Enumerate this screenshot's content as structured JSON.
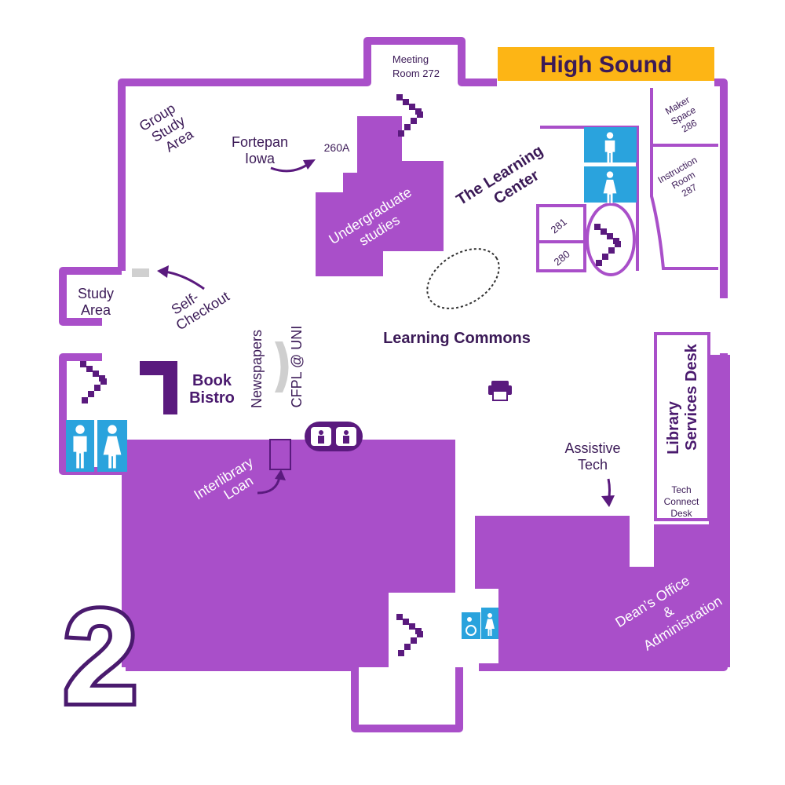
{
  "floor_number": "2",
  "zone": {
    "label": "High Sound",
    "color": "#fdb515"
  },
  "colors": {
    "wall": "#a94fc9",
    "dark": "#5a1a7e",
    "restroom": "#2aa3dd"
  },
  "rooms": {
    "meeting_room": [
      "Meeting",
      "Room 272"
    ],
    "maker_space": [
      "Maker",
      "Space",
      "286"
    ],
    "instruction_room": [
      "Instruction",
      "Room",
      "287"
    ],
    "group_study": [
      "Group",
      "Study",
      "Area"
    ],
    "fortepan": [
      "Fortepan",
      "Iowa"
    ],
    "room_260a": "260A",
    "undergrad": [
      "Undergraduate",
      "studies"
    ],
    "learning_center": [
      "The Learning",
      "Center"
    ],
    "room_281": "281",
    "room_280": "280",
    "study_area": [
      "Study",
      "Area"
    ],
    "self_checkout": [
      "Self-",
      "Checkout"
    ],
    "learning_commons": "Learning Commons",
    "newspapers": "Newspapers",
    "cfpl": "CFPL @ UNI",
    "book_bistro": [
      "Book",
      "Bistro"
    ],
    "library_services": [
      "Library",
      "Services Desk"
    ],
    "tech_connect": [
      "Tech",
      "Connect",
      "Desk"
    ],
    "assistive_tech": [
      "Assistive",
      "Tech"
    ],
    "interlibrary_loan": [
      "Interlibrary",
      "Loan"
    ],
    "deans_office": [
      "Dean’s Office",
      "&",
      "Administration"
    ]
  },
  "icons": [
    "stairs-icon",
    "restroom-men-icon",
    "restroom-women-icon",
    "elevator-icon",
    "printer-icon",
    "accessible-restroom-icon"
  ]
}
